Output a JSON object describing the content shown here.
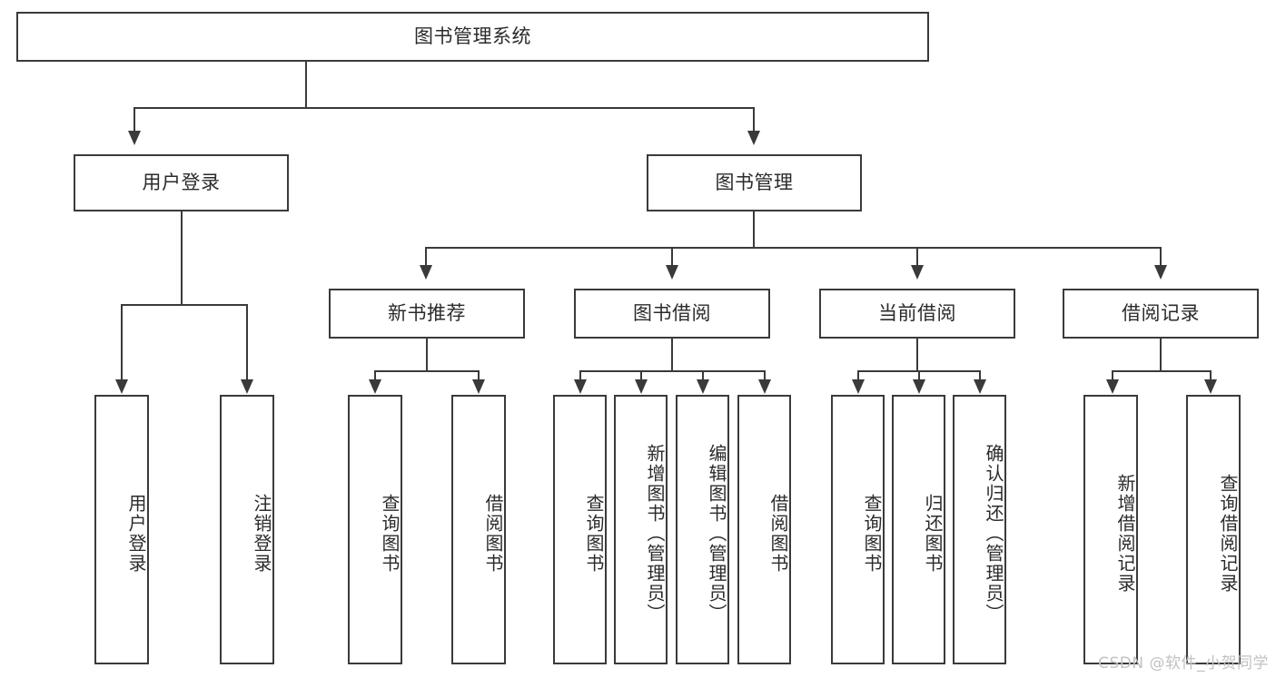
{
  "diagram": {
    "title": "图书管理系统",
    "type": "tree",
    "root": {
      "id": "root",
      "label": "图书管理系统"
    },
    "level2": [
      {
        "id": "user-login",
        "label": "用户登录"
      },
      {
        "id": "book-manage",
        "label": "图书管理"
      }
    ],
    "level3": [
      {
        "id": "new-book-recommend",
        "label": "新书推荐"
      },
      {
        "id": "book-borrow",
        "label": "图书借阅"
      },
      {
        "id": "current-borrow",
        "label": "当前借阅"
      },
      {
        "id": "borrow-record",
        "label": "借阅记录"
      }
    ],
    "leaves": {
      "user_login": [
        {
          "id": "leaf-user-login",
          "label": "用户登录"
        },
        {
          "id": "leaf-logout-login",
          "label": "注销登录"
        }
      ],
      "new_book_recommend": [
        {
          "id": "leaf-query-book-1",
          "label": "查询图书"
        },
        {
          "id": "leaf-borrow-book-1",
          "label": "借阅图书"
        }
      ],
      "book_borrow": [
        {
          "id": "leaf-query-book-2",
          "label": "查询图书"
        },
        {
          "id": "leaf-add-book",
          "label": "新增图书（管理员）"
        },
        {
          "id": "leaf-edit-book",
          "label": "编辑图书（管理员）"
        },
        {
          "id": "leaf-borrow-book-2",
          "label": "借阅图书"
        }
      ],
      "current_borrow": [
        {
          "id": "leaf-query-book-3",
          "label": "查询图书"
        },
        {
          "id": "leaf-return-book",
          "label": "归还图书"
        },
        {
          "id": "leaf-confirm-return",
          "label": "确认归还（管理员）"
        }
      ],
      "borrow_record": [
        {
          "id": "leaf-add-borrow-record",
          "label": "新增借阅记录"
        },
        {
          "id": "leaf-query-borrow-record",
          "label": "查询借阅记录"
        }
      ]
    }
  },
  "watermark": {
    "text": "CSDN @软件_小贺同学"
  },
  "colors": {
    "stroke": "#3a3a3a",
    "text": "#2b2b2b",
    "background": "#ffffff",
    "watermark": "#c2c2c2"
  }
}
